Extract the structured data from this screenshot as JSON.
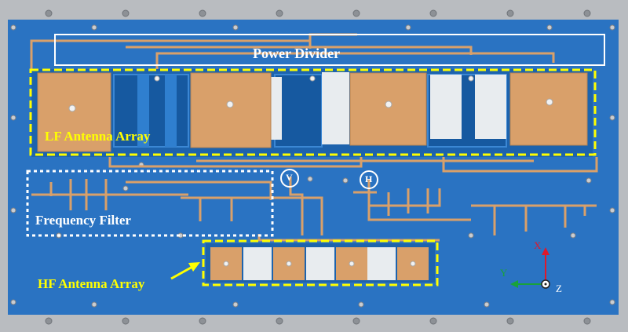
{
  "labels": {
    "power_divider": "Power Divider",
    "lf_array": "LF Antenna Array",
    "frequency_filter": "Frequency Filter",
    "hf_array": "HF Antenna Array",
    "port_v": "V",
    "port_h": "H"
  },
  "axes": {
    "x": "X",
    "y": "Y",
    "z": "Z"
  },
  "colors": {
    "frame": "#b9bcc0",
    "substrate": "#2a73c2",
    "copper": "#d9a06a",
    "foam": "#e8ecef",
    "highlight_yellow": "#ffff00",
    "highlight_white": "#ffffff",
    "axis_x": "#e0182a",
    "axis_y": "#19a23a"
  }
}
